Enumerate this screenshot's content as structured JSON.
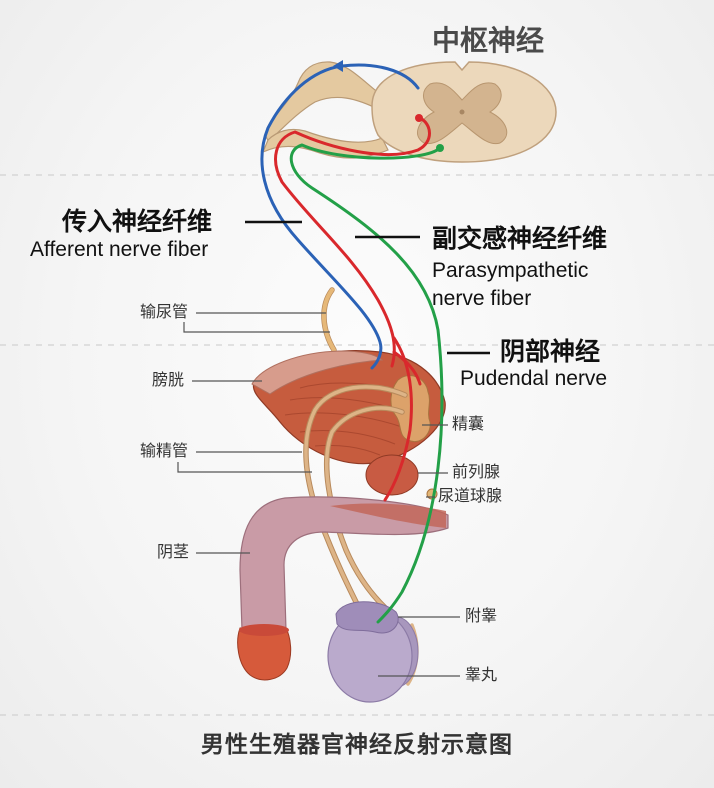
{
  "title": "中枢神经",
  "nerve_labels": {
    "afferent": {
      "zh": "传入神经纤维",
      "en": "Afferent nerve fiber"
    },
    "parasympathetic": {
      "zh": "副交感神经纤维",
      "en_line1": "Parasympathetic",
      "en_line2": "nerve fiber"
    },
    "pudendal": {
      "zh": "阴部神经",
      "en": "Pudendal nerve"
    }
  },
  "organ_labels": {
    "ureter": "输尿管",
    "bladder": "膀胱",
    "vas_deferens": "输精管",
    "penis": "阴茎",
    "seminal_vesicle": "精囊",
    "prostate": "前列腺",
    "bulbourethral_gland": "尿道球腺",
    "epididymis": "附睾",
    "testis": "睾丸"
  },
  "caption": "男性生殖器官神经反射示意图",
  "colors": {
    "afferent": "#2b62b6",
    "parasympathetic": "#d9282c",
    "pudendal": "#23a048"
  }
}
